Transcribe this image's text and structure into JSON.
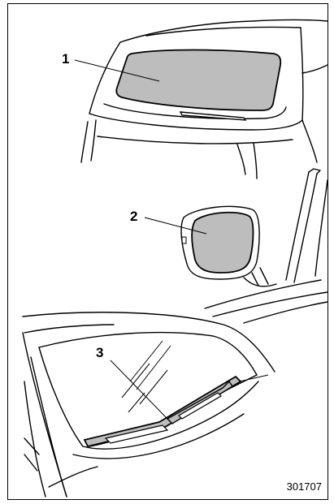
{
  "callouts": {
    "rear_window": "1",
    "side_mirror": "2",
    "windshield_wiper": "3"
  },
  "figure_number": "301707",
  "colors": {
    "line": "#000000",
    "glass_fill": "#bdbdbd",
    "background": "#ffffff"
  }
}
